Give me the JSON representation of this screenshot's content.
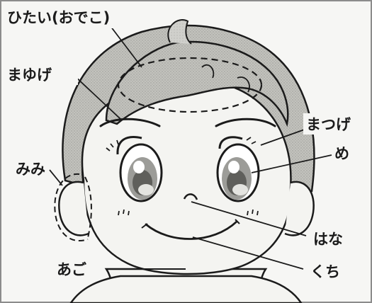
{
  "labels": {
    "hitai": "ひたい(おでこ)",
    "mayuge": "まゆげ",
    "matsuge": "まつげ",
    "me": "め",
    "mimi": "みみ",
    "hana": "はな",
    "ago": "あご",
    "kuchi": "くち"
  },
  "colors": {
    "ink": "#1b1b1b",
    "hair": "#bdbdb8",
    "skin": "#f4f4f1",
    "iris": "#9c9c98",
    "frame_border": "#8c8c8c",
    "background": "#f6f6f4"
  }
}
